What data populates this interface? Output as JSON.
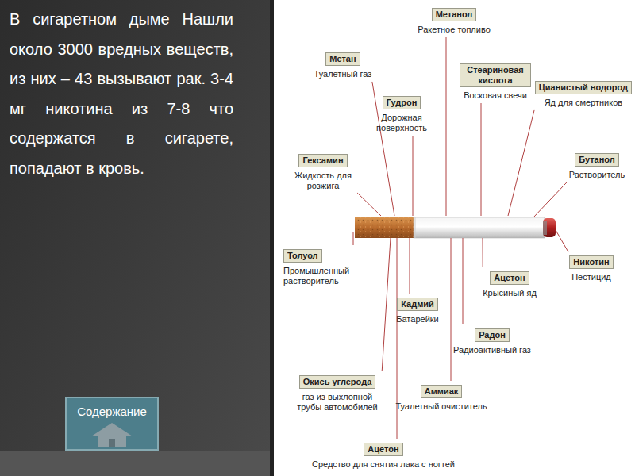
{
  "diagram": {
    "nodes": [
      {
        "text": [
          "Метанол",
          "Ракетное топливо"
        ]
      },
      {
        "text": [
          "Метан",
          "Туалетный газ"
        ]
      },
      {
        "text": [
          "Стеариновая кислота",
          "Восковая свечи"
        ]
      },
      {
        "text": [
          "Цианистый водород",
          "Яд для смертников"
        ]
      },
      {
        "text": [
          "Гудрон",
          "Дорожная поверхность"
        ]
      },
      {
        "text": [
          "Гексамин",
          "Жидкость для розжига"
        ]
      },
      {
        "text": [
          "Бутанол",
          "Растворитель"
        ]
      },
      {
        "text": [
          "Толуол",
          "Промышленный растворитель"
        ]
      },
      {
        "text": [
          "Никотин",
          "Пестицид"
        ]
      },
      {
        "text": [
          "Ацетон",
          "Крысиный яд"
        ]
      },
      {
        "text": [
          "Кадмий",
          "Батарейки"
        ]
      },
      {
        "text": [
          "Радон",
          "Радиоактивный газ"
        ]
      },
      {
        "text": [
          "Окись углерода",
          "газ из выхлопной трубы автомобилей"
        ]
      },
      {
        "text": [
          "Аммиак",
          "Туалетный очиститель"
        ]
      },
      {
        "text": [
          "Ацетон",
          "Средство для снятия лака с ногтей"
        ]
      },
      {
        "text": [
          "Содержание"
        ]
      }
    ],
    "labels": [
      "В сигаретном дыме Нашли около 3000 вредных веществ, из них – 43 вызывают рак. 3-4 мг никотина из 7-8 что содержатся в сигарете, попадают в кровь."
    ]
  }
}
